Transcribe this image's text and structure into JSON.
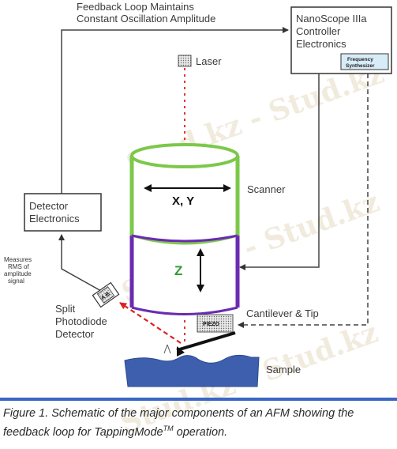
{
  "labels": {
    "feedback_line1": "Feedback Loop Maintains",
    "feedback_line2": "Constant Oscillation Amplitude",
    "controller_line1": "NanoScope IIIa",
    "controller_line2": "Controller",
    "controller_line3": "Electronics",
    "synth_line1": "Frequency",
    "synth_line2": "Synthesizer",
    "laser": "Laser",
    "scanner": "Scanner",
    "xy": "X, Y",
    "z": "Z",
    "detector_line1": "Detector",
    "detector_line2": "Electronics",
    "measures_line1": "Measures",
    "measures_line2": "RMS of",
    "measures_line3": "amplitude",
    "measures_line4": "signal",
    "photodiode_line1": "Split",
    "photodiode_line2": "Photodiode",
    "photodiode_line3": "Detector",
    "photodiode_chip": "A B",
    "piezo": "PIEZO",
    "cantilever": "Cantilever & Tip",
    "sample": "Sample"
  },
  "caption": {
    "main": "Figure 1.  Schematic of the major components of an AFM showing the feedback loop for TappingMode",
    "tm": "TM",
    "end": " operation."
  },
  "watermark": "Stud.kz - Stud.kz",
  "colors": {
    "laser_red": "#e02020",
    "scanner_green": "#7cc84a",
    "scanner_purple": "#6a2bb0",
    "z_green": "#2e9a2e",
    "sample_blue": "#3d5fae",
    "caption_rule": "#3a66c4",
    "synth_fill": "#d8ecf8"
  }
}
